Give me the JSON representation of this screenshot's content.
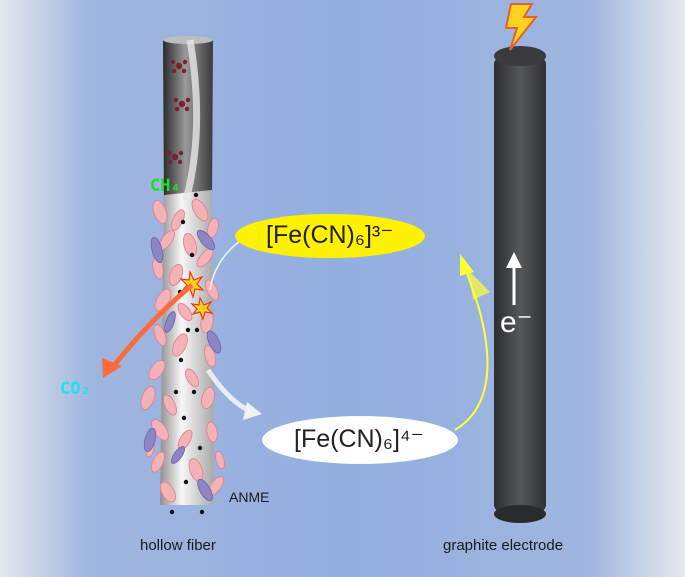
{
  "labels": {
    "hollow_fiber": "hollow fiber",
    "graphite_electrode": "graphite electrode",
    "anme": "ANME",
    "ch4": "CH₄",
    "co2": "CO₂",
    "ferricyanide": "[Fe(CN)₆]³⁻",
    "ferrocyanide": "[Fe(CN)₆]⁴⁻",
    "electron": "e⁻"
  },
  "colors": {
    "background_center": "#9bb3de",
    "background_edge": "#e7eaef",
    "electrode": "#4a4b4d",
    "ferricyanide_fill": "#fff200",
    "ferrocyanide_fill": "#ffffff",
    "ch4_text": "#22dd22",
    "co2_text": "#23e0f0",
    "co2_arrow": "#ff6a3d",
    "yellow_arrow": "#ffff33",
    "white_arrow": "#f2f2f2",
    "anme_cells": "#f4b1b6",
    "bacteria_cells": "#8e86c4",
    "lightning": "#ffd21f"
  },
  "icons": [
    "lightning-icon",
    "methane-molecule-icon",
    "spark-icon",
    "electron-arrow-icon"
  ]
}
